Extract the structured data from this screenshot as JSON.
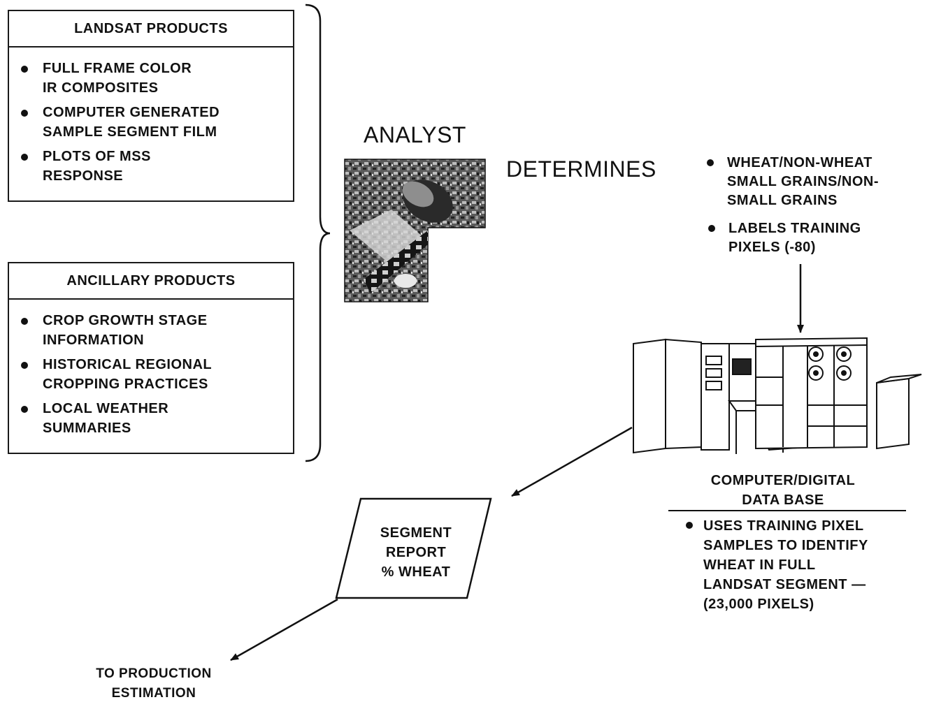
{
  "landsat_products": {
    "title": "LANDSAT PRODUCTS",
    "items": [
      "FULL FRAME COLOR\nIR COMPOSITES",
      "COMPUTER GENERATED\nSAMPLE SEGMENT FILM",
      "PLOTS OF MSS\nRESPONSE"
    ]
  },
  "ancillary_products": {
    "title": "ANCILLARY PRODUCTS",
    "items": [
      "CROP GROWTH STAGE\nINFORMATION",
      "HISTORICAL REGIONAL\nCROPPING PRACTICES",
      "LOCAL WEATHER\nSUMMARIES"
    ]
  },
  "analyst": {
    "title": "ANALYST",
    "verb": "DETERMINES"
  },
  "determinations": [
    "WHEAT/NON-WHEAT\nSMALL GRAINS/NON-\nSMALL GRAINS",
    "LABELS TRAINING\nPIXELS (-80)"
  ],
  "computer": {
    "title": "COMPUTER/DIGITAL\nDATA BASE",
    "items": [
      "USES TRAINING PIXEL\nSAMPLES TO IDENTIFY\nWHEAT IN FULL\nLANDSAT SEGMENT —\n(23,000 PIXELS)"
    ]
  },
  "segment_report": {
    "text": "SEGMENT\nREPORT\n% WHEAT"
  },
  "output": {
    "text": "TO PRODUCTION\nESTIMATION"
  }
}
